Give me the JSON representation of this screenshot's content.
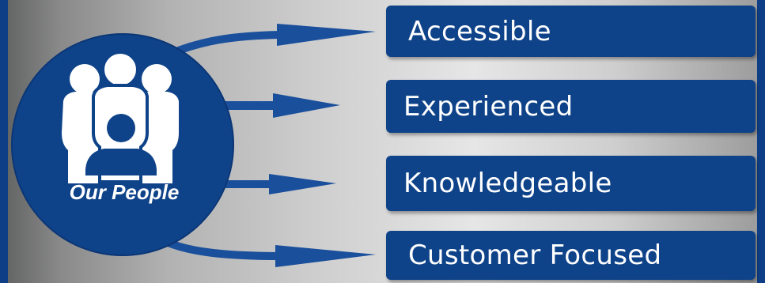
{
  "center": {
    "label": "Our People",
    "icon": "people-group-icon"
  },
  "attributes": [
    {
      "label": "Accessible"
    },
    {
      "label": "Experienced"
    },
    {
      "label": "Knowledgeable"
    },
    {
      "label": "Customer Focused"
    }
  ],
  "colors": {
    "navy": "#0f4389",
    "arrow": "#1a4f9c",
    "text": "#ffffff"
  }
}
